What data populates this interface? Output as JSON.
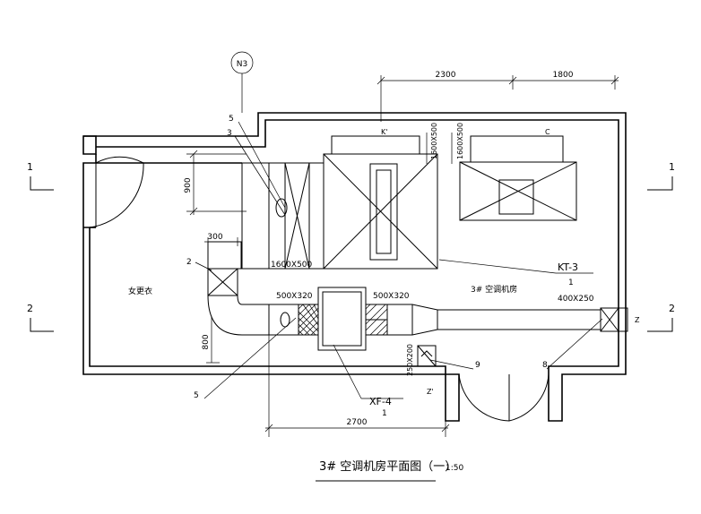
{
  "dimensions": {
    "top_left": "2300",
    "top_right": "1800",
    "left_upper": "900",
    "left_mid": "300",
    "left_lower": "800",
    "bottom": "2700",
    "duct_upper": "1600X500",
    "duct_left": "500X320",
    "duct_right": "500X320",
    "duct_exhaust": "400X250",
    "vert_a": "1600X500",
    "vert_b": "1600X500",
    "vert_c": "250X200"
  },
  "labels": {
    "grid_circle": "N3",
    "num_5_top": "5",
    "num_3": "3",
    "num_2": "2",
    "num_5_bottom": "5",
    "num_9": "9",
    "num_8": "8",
    "kt3": "KT-3",
    "kt3_sub": "1",
    "xf4": "XF-4",
    "xf4_sub": "1",
    "room_main": "3# 空调机房",
    "room_side": "女更衣",
    "mark_k": "K'",
    "mark_c": "C",
    "mark_z": "Z",
    "mark_z2": "Z'"
  },
  "sections": {
    "left_1": "1",
    "right_1": "1",
    "left_2": "2",
    "right_2": "2"
  },
  "title": {
    "main": "3# 空调机房平面图（一）",
    "scale": "1:50"
  }
}
